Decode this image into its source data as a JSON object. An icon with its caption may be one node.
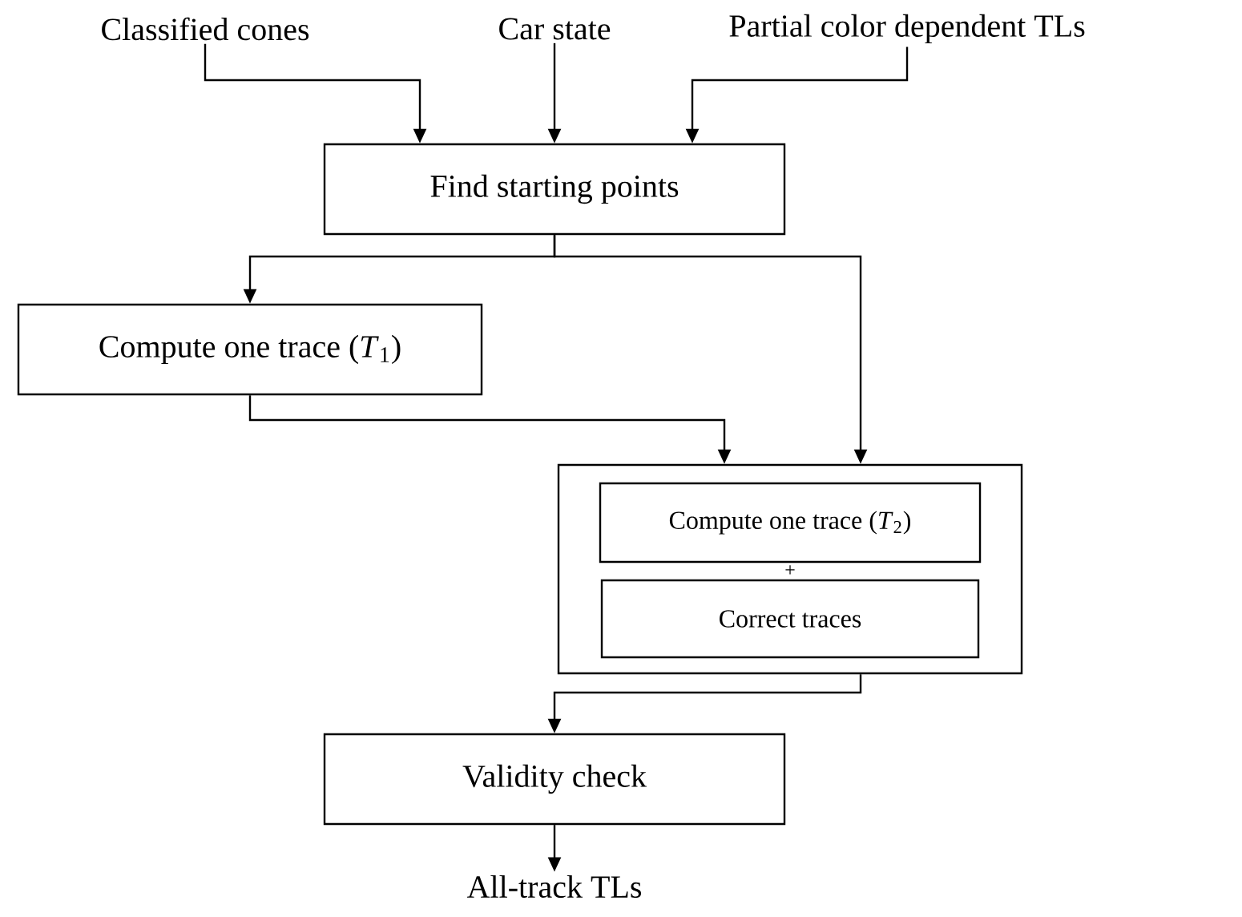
{
  "diagram": {
    "nodes": [
      {
        "text": [
          "Classified cones"
        ]
      },
      {
        "text": [
          "Car state"
        ]
      },
      {
        "text": [
          "Partial color dependent TLs"
        ]
      },
      {
        "text": [
          "Find starting points"
        ]
      },
      {
        "text": [
          "Compute one trace (*T*$_{1}$)"
        ]
      },
      {
        "text": [],
        "shape": "box"
      },
      {
        "text": [
          "Compute one trace (*T*$_{2}$)"
        ],
        "in": 5
      },
      {
        "text": [
          "Correct traces"
        ],
        "in": 5
      },
      {
        "text": [
          "Validity check"
        ]
      },
      {
        "text": [
          "All-track TLs"
        ]
      }
    ],
    "edges": [
      {
        "from": 0,
        "to": 3,
        "arrow": "to"
      },
      {
        "from": 1,
        "to": 3,
        "arrow": "to"
      },
      {
        "from": 2,
        "to": 3,
        "arrow": "to"
      },
      {
        "from": 3,
        "to": 4,
        "arrow": "to"
      },
      {
        "from": 3,
        "to": 5,
        "arrow": "to"
      },
      {
        "from": 4,
        "to": 5,
        "arrow": "to"
      },
      {
        "from": 5,
        "to": 8,
        "arrow": "to"
      },
      {
        "from": 8,
        "to": 9,
        "arrow": "to"
      }
    ],
    "labels": [
      "+"
    ]
  }
}
